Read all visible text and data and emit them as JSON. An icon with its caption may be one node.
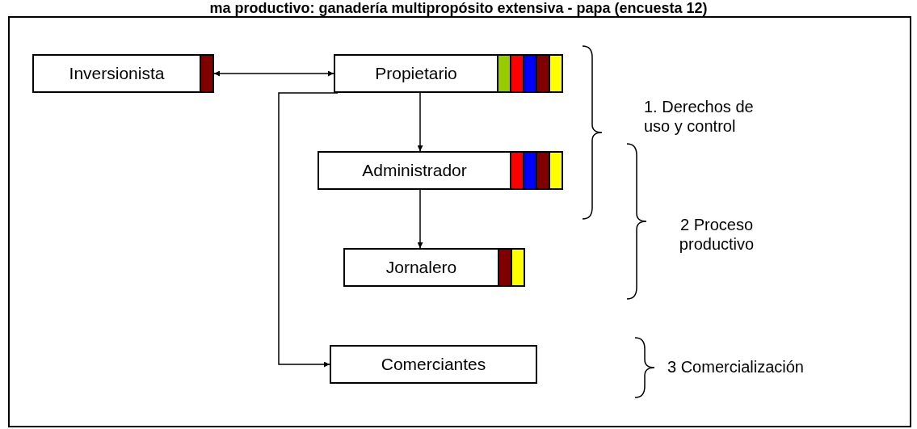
{
  "diagram": {
    "title": "ma productivo: ganadería multipropósito extensiva - papa (encuesta 12)",
    "nodes": [
      {
        "text": [
          "Inversionista"
        ]
      },
      {
        "text": [
          "Propietario"
        ]
      },
      {
        "text": [
          "Administrador"
        ]
      },
      {
        "text": [
          "Jornalero"
        ]
      },
      {
        "text": [
          "Comerciantes"
        ]
      }
    ],
    "edges": [
      {
        "from": 0,
        "to": 1,
        "arrow": "both"
      },
      {
        "from": 1,
        "to": 2,
        "arrow": "to"
      },
      {
        "from": 2,
        "to": 3,
        "arrow": "to"
      },
      {
        "from": 1,
        "to": 4,
        "arrow": "to"
      }
    ],
    "labels": [
      "1. Derechos de uso y control",
      "2 Proceso productivo",
      "3 Comercialización"
    ]
  }
}
